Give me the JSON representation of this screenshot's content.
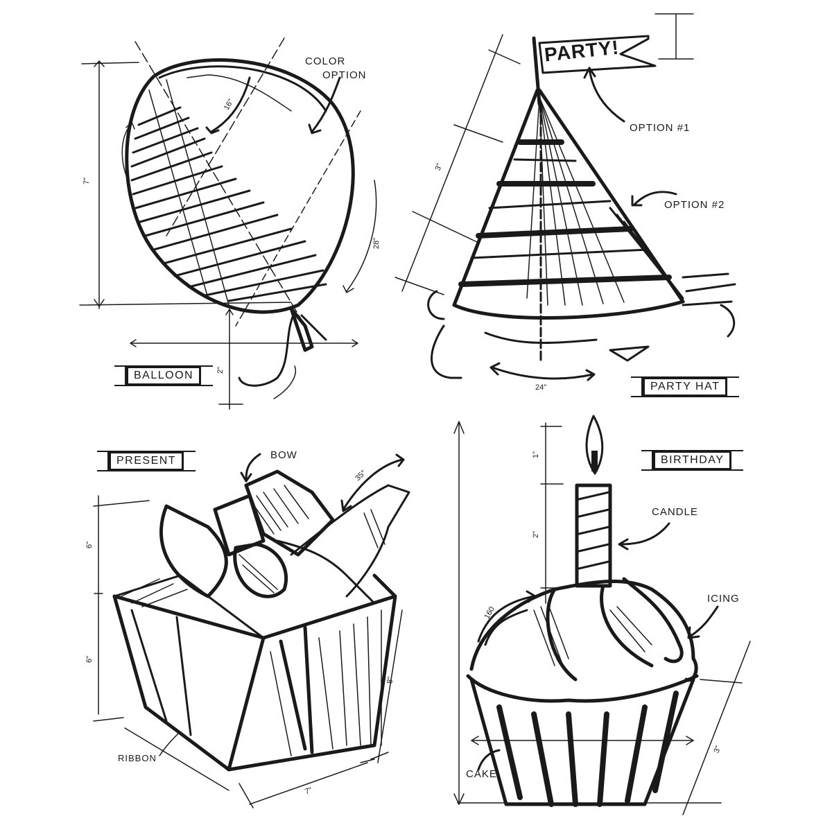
{
  "sketches": {
    "balloon": {
      "title": "BALLOON",
      "annotations": {
        "color_option": "COLOR\nOPTION",
        "color_option_line1": "COLOR",
        "color_option_line2": "OPTION"
      },
      "dimensions": {
        "height": "7\"",
        "arc_top": "16\"",
        "arc_side": "28\"",
        "string": "2\""
      }
    },
    "party_hat": {
      "title": "PARTY HAT",
      "flag_text": "PARTY!",
      "annotations": {
        "option_1": "OPTION #1",
        "option_2": "OPTION #2"
      },
      "dimensions": {
        "side": "3\"",
        "base": "24\""
      }
    },
    "present": {
      "title": "PRESENT",
      "annotations": {
        "bow": "BOW",
        "ribbon": "RIBBON"
      },
      "dimensions": {
        "bow_height": "6\"",
        "box_height": "6\"",
        "angle": "35°",
        "depth": "8\"",
        "width": "7\""
      }
    },
    "cupcake": {
      "title": "BIRTHDAY",
      "annotations": {
        "candle": "CANDLE",
        "icing": "ICING",
        "cake": "CAKE"
      },
      "dimensions": {
        "flame": "1\"",
        "candle": "2\"",
        "angle": "160",
        "cake": "3\""
      }
    }
  },
  "colors": {
    "ink": "#1a1a1a",
    "paper": "#ffffff"
  }
}
